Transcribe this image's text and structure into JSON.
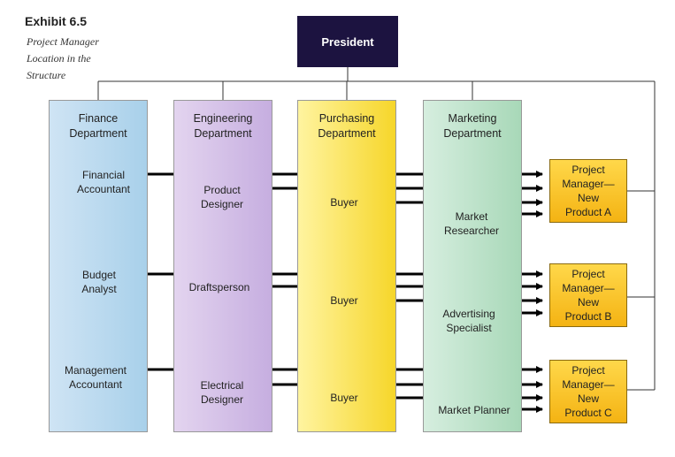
{
  "exhibit": {
    "number": "Exhibit 6.5",
    "subtitle_lines": [
      "Project Manager",
      "Location in the",
      "Structure"
    ]
  },
  "president": "President",
  "departments": {
    "finance": [
      "Finance",
      "Department"
    ],
    "engineering": [
      "Engineering",
      "Department"
    ],
    "purchasing": [
      "Purchasing",
      "Department"
    ],
    "marketing": [
      "Marketing",
      "Department"
    ]
  },
  "roles": {
    "financial_accountant": [
      "Financial",
      "Accountant"
    ],
    "budget_analyst": [
      "Budget",
      "Analyst"
    ],
    "management_accountant": [
      "Management",
      "Accountant"
    ],
    "product_designer": [
      "Product",
      "Designer"
    ],
    "draftsperson": "Draftsperson",
    "electrical_designer": [
      "Electrical",
      "Designer"
    ],
    "buyer": "Buyer",
    "market_researcher": [
      "Market",
      "Researcher"
    ],
    "advertising_specialist": [
      "Advertising",
      "Specialist"
    ],
    "market_planner": "Market Planner"
  },
  "project_managers": {
    "a": [
      "Project",
      "Manager—",
      "New",
      "Product A"
    ],
    "b": [
      "Project",
      "Manager—",
      "New",
      "Product B"
    ],
    "c": [
      "Project",
      "Manager—",
      "New",
      "Product C"
    ]
  },
  "colors": {
    "president": "#1c1340",
    "finance": "#b8d8ee",
    "engineering": "#d2bde6",
    "purchasing": "#f9e04a",
    "marketing": "#bce3c9",
    "project_manager": "#f6c22a"
  }
}
